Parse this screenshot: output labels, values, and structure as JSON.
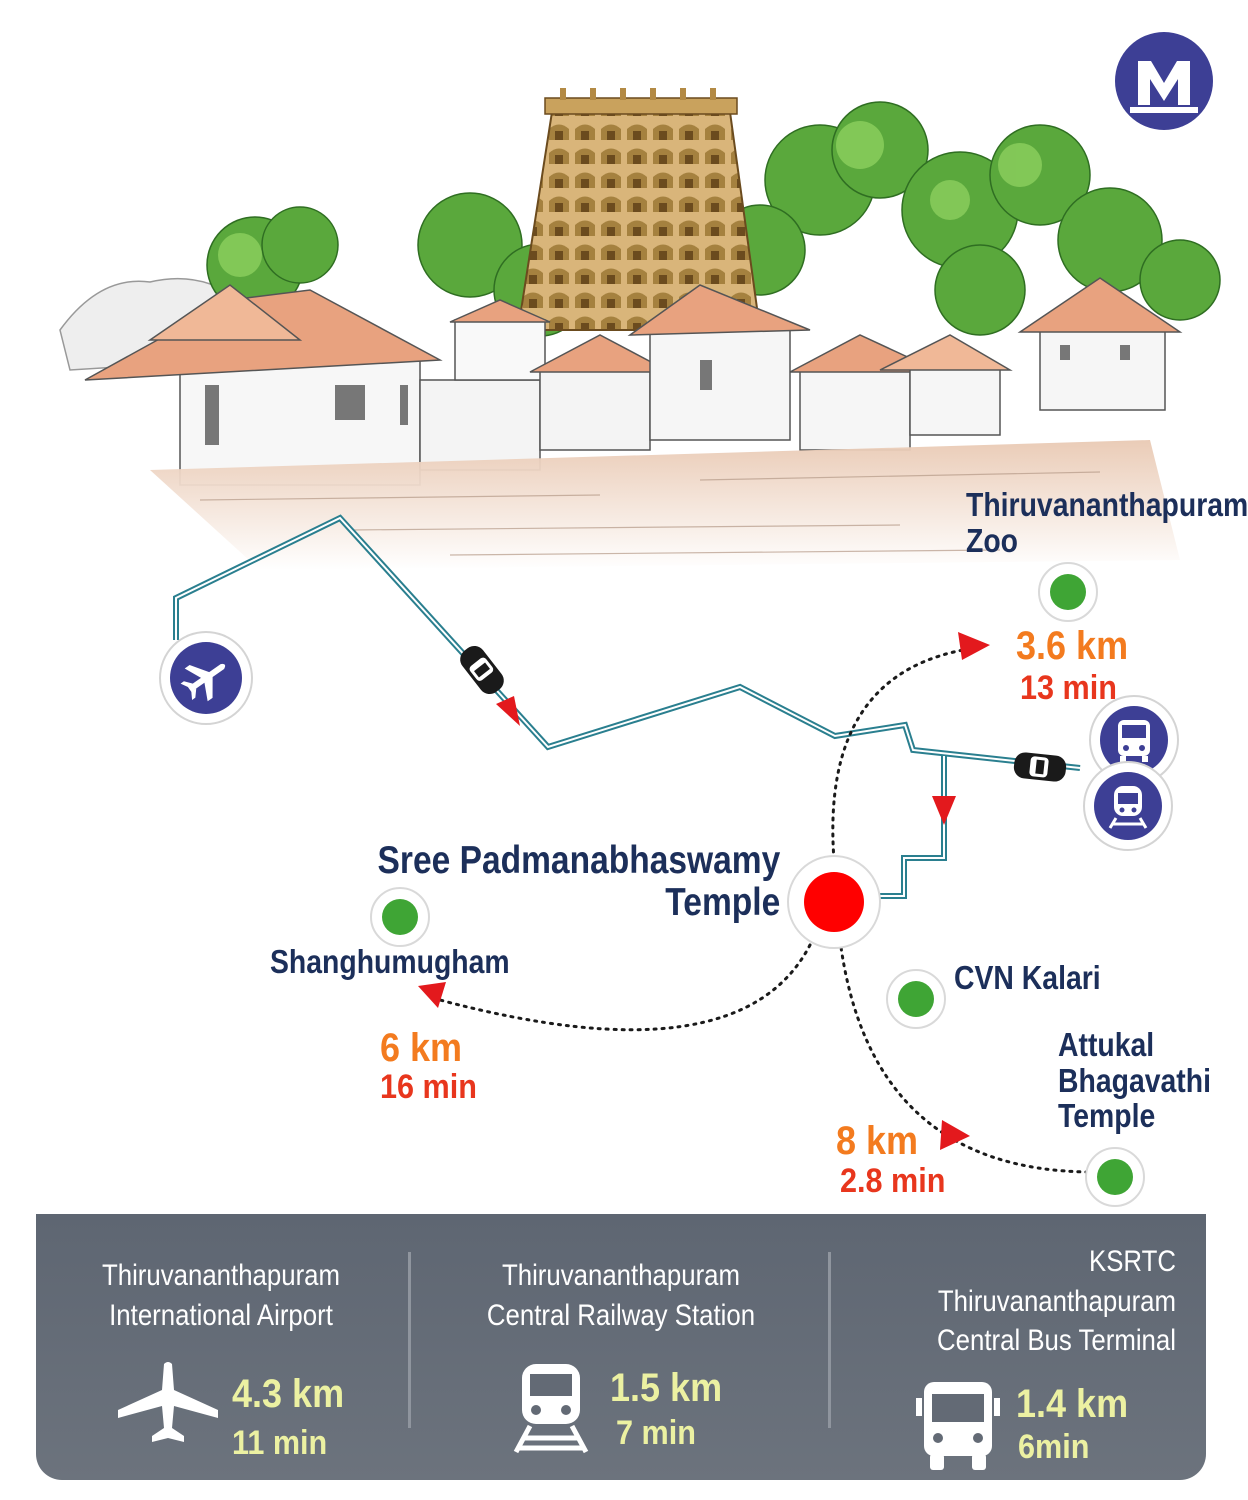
{
  "brand": {
    "logo_letter": "M",
    "logo_color": "#3d3f95"
  },
  "map": {
    "destination": {
      "name_line1": "Sree Padmanabhaswamy",
      "name_line2": "Temple",
      "marker_color": "#ff0000"
    },
    "places": [
      {
        "id": "zoo",
        "name_lines": [
          "Thiruvananthapuram",
          "Zoo"
        ],
        "distance": "3.6 km",
        "time": "13 min"
      },
      {
        "id": "shanghumugham",
        "name_lines": [
          "Shanghumugham"
        ],
        "distance": "6 km",
        "time": "16 min"
      },
      {
        "id": "cvn-kalari",
        "name_lines": [
          "CVN Kalari"
        ]
      },
      {
        "id": "attukal",
        "name_lines": [
          "Attukal",
          "Bhagavathi",
          "Temple"
        ],
        "distance": "8 km",
        "time": "2.8 min"
      }
    ],
    "transit_icons": [
      "airplane-icon",
      "bus-icon",
      "train-icon",
      "car-icon"
    ],
    "colors": {
      "route": "#2a7f8f",
      "place_marker": "#3fa535",
      "arrow": "#e3191d",
      "icon_badge": "#3d3f95"
    }
  },
  "summary": {
    "items": [
      {
        "icon": "airplane-icon",
        "name_lines": [
          "Thiruvananthapuram",
          "International Airport"
        ],
        "distance": "4.3 km",
        "time": "11 min"
      },
      {
        "icon": "train-icon",
        "name_lines": [
          "Thiruvananthapuram",
          "Central Railway Station"
        ],
        "distance": "1.5 km",
        "time": "7 min"
      },
      {
        "icon": "bus-icon",
        "name_lines": [
          "KSRTC",
          "Thiruvananthapuram",
          "Central Bus Terminal"
        ],
        "distance": "1.4 km",
        "time": "6min"
      }
    ]
  }
}
